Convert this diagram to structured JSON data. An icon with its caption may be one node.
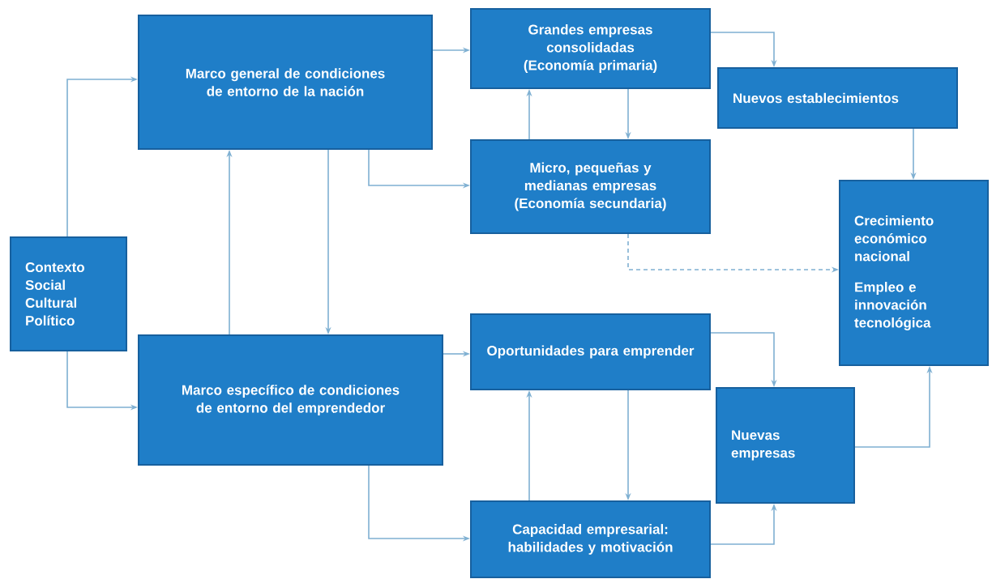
{
  "diagram": {
    "nodes": [
      {
        "text": [
          "Contexto Social Cultural Político"
        ]
      },
      {
        "text": [
          "Marco general de condiciones de entorno de la nación"
        ]
      },
      {
        "text": [
          "Marco específico de condiciones de entorno del emprendedor"
        ]
      },
      {
        "text": [
          "Grandes empresas consolidadas (Economía primaria)"
        ]
      },
      {
        "text": [
          "Micro, pequeñas y medianas empresas (Economía secundaria)"
        ]
      },
      {
        "text": [
          "Nuevos establecimientos"
        ]
      },
      {
        "text": [
          "Crecimiento económico nacional",
          "Empleo e innovación tecnológica"
        ]
      },
      {
        "text": [
          "Oportunidades para emprender"
        ]
      },
      {
        "text": [
          "Nuevas empresas"
        ]
      },
      {
        "text": [
          "Capacidad empresarial: habilidades y motivación"
        ]
      }
    ],
    "edges": [
      {
        "from": 0,
        "to": 1,
        "arrow": "to"
      },
      {
        "from": 0,
        "to": 2,
        "arrow": "to"
      },
      {
        "from": 2,
        "to": 1,
        "arrow": "to"
      },
      {
        "from": 1,
        "to": 2,
        "arrow": "to"
      },
      {
        "from": 1,
        "to": 3,
        "arrow": "to"
      },
      {
        "from": 1,
        "to": 4,
        "arrow": "to"
      },
      {
        "from": 4,
        "to": 3,
        "arrow": "to"
      },
      {
        "from": 3,
        "to": 4,
        "arrow": "to"
      },
      {
        "from": 3,
        "to": 5,
        "arrow": "to"
      },
      {
        "from": 5,
        "to": 6,
        "arrow": "to"
      },
      {
        "from": 4,
        "to": 6,
        "arrow": "to",
        "style": "dashed"
      },
      {
        "from": 2,
        "to": 7,
        "arrow": "to"
      },
      {
        "from": 7,
        "to": 8,
        "arrow": "to"
      },
      {
        "from": 7,
        "to": 9,
        "arrow": "to"
      },
      {
        "from": 9,
        "to": 7,
        "arrow": "to"
      },
      {
        "from": 9,
        "to": 8,
        "arrow": "to"
      },
      {
        "from": 2,
        "to": 9,
        "arrow": "to"
      },
      {
        "from": 8,
        "to": 6,
        "arrow": "to"
      }
    ]
  }
}
